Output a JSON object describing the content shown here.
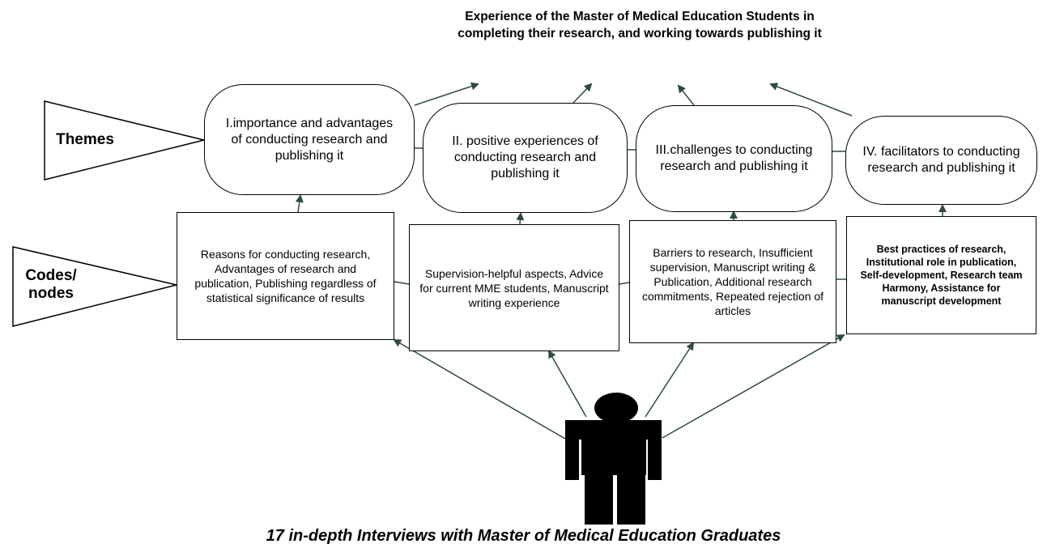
{
  "title": "Experience of the Master of Medical Education Students in completing their research, and working towards publishing it",
  "labels": {
    "themes": "Themes",
    "codes": "Codes/ nodes"
  },
  "themes": [
    {
      "label": "I.importance and advantages of conducting research and publishing it"
    },
    {
      "label": "II. positive experiences of conducting research and publishing it"
    },
    {
      "label": "III.challenges to conducting research and publishing it"
    },
    {
      "label": "IV. facilitators to conducting research and publishing it"
    }
  ],
  "codes": [
    {
      "label": "Reasons for conducting research, Advantages of research and publication, Publishing regardless of statistical significance of results"
    },
    {
      "label": "Supervision-helpful aspects, Advice for current MME students, Manuscript writing experience"
    },
    {
      "label": "Barriers to research, Insufficient supervision, Manuscript writing & Publication, Additional research commitments, Repeated rejection of articles"
    },
    {
      "label": "Best practices of research, Institutional role in publication, Self-development, Research team Harmony, Assistance for manuscript development"
    }
  ],
  "caption": "17 in-depth Interviews with Master of Medical Education Graduates",
  "colors": {
    "arrow": "#2e4a45",
    "border": "#000000",
    "figure": "#000000"
  }
}
